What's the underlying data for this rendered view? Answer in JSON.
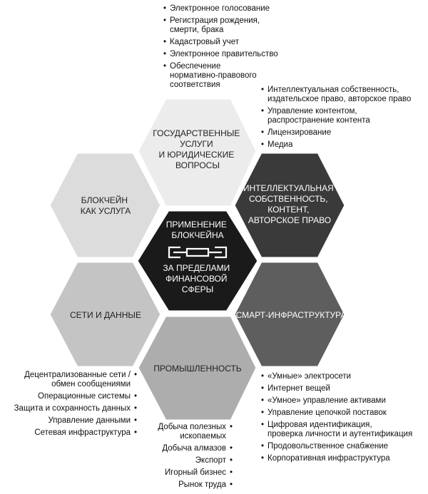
{
  "center": {
    "line1": "ПРИМЕНЕНИЕ",
    "line2": "БЛОКЧЕЙНА",
    "line3": "ЗА ПРЕДЕЛАМИ",
    "line4": "ФИНАНСОВОЙ",
    "line5": "СФЕРЫ"
  },
  "hexes": {
    "gov": {
      "lines": [
        "ГОСУДАРСТВЕННЫЕ",
        "УСЛУГИ",
        "И ЮРИДИЧЕСКИЕ",
        "ВОПРОСЫ"
      ]
    },
    "ip": {
      "lines": [
        "ИНТЕЛЛЕКТУАЛЬНАЯ",
        "СОБСТВЕННОСТЬ,",
        "КОНТЕНТ,",
        "АВТОРСКОЕ ПРАВО"
      ]
    },
    "smart": {
      "lines": [
        "СМАРТ-ИНФРАСТРУКТУРА"
      ]
    },
    "industry": {
      "lines": [
        "ПРОМЫШЛЕННОСТЬ"
      ]
    },
    "networks": {
      "lines": [
        "СЕТИ И ДАННЫЕ"
      ]
    },
    "baas": {
      "lines": [
        "БЛОКЧЕЙН",
        "КАК УСЛУГА"
      ]
    }
  },
  "lists": {
    "gov": [
      [
        "Электронное голосование"
      ],
      [
        "Регистрация рождения,",
        "смерти, брака"
      ],
      [
        "Кадастровый учет"
      ],
      [
        "Электронное правительство"
      ],
      [
        "Обеспечение",
        "нормативно-правового",
        "соответствия"
      ]
    ],
    "ip": [
      [
        "Интеллектуальная собственность,",
        "издательское право, авторское право"
      ],
      [
        "Управление контентом,",
        "распространение контента"
      ],
      [
        "Лицензирование"
      ],
      [
        "Медиа"
      ]
    ],
    "smart": [
      [
        "«Умные» электросети"
      ],
      [
        "Интернет вещей"
      ],
      [
        "«Умное» управление активами"
      ],
      [
        "Управление цепочкой поставок"
      ],
      [
        "Цифровая идентификация,",
        "проверка личности и аутентификация"
      ],
      [
        "Продовольственное снабжение"
      ],
      [
        "Корпоративная инфраструктура"
      ]
    ],
    "networks": [
      [
        "Децентрализованные сети /",
        "обмен сообщениями"
      ],
      [
        "Операционные системы"
      ],
      [
        "Защита и сохранность данных"
      ],
      [
        "Управление данными"
      ],
      [
        "Сетевая инфраструктура"
      ]
    ],
    "industry": [
      [
        "Добыча полезных",
        "ископаемых"
      ],
      [
        "Добыча алмазов"
      ],
      [
        "Экспорт"
      ],
      [
        "Игорный бизнес"
      ],
      [
        "Рынок труда"
      ]
    ]
  },
  "colors": {
    "center": "#1a1a1a",
    "ip": "#3a3a3a",
    "smart": "#5e5e5e",
    "industry": "#adadad",
    "networks": "#c4c4c4",
    "baas": "#dcdcdc",
    "gov": "#ececec"
  },
  "icons": {
    "center": "chain-link-icon"
  }
}
